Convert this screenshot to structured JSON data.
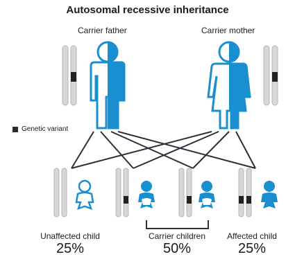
{
  "title": "Autosomal recessive inheritance",
  "parents": {
    "father_label": "Carrier father",
    "mother_label": "Carrier mother"
  },
  "legend": {
    "label": "Genetic variant"
  },
  "children": {
    "unaffected_label": "Unaffected child",
    "unaffected_pct": "25%",
    "carrier_label": "Carrier children",
    "carrier_pct": "50%",
    "affected_label": "Affected child",
    "affected_pct": "25%"
  },
  "colors": {
    "blue": "#1a8fd0",
    "outline": "#1a8fd0",
    "chromosome": "#d7d7d7",
    "chromosome_edge": "#b5b5b5",
    "variant": "#222222",
    "lines": "#2a2f38"
  }
}
